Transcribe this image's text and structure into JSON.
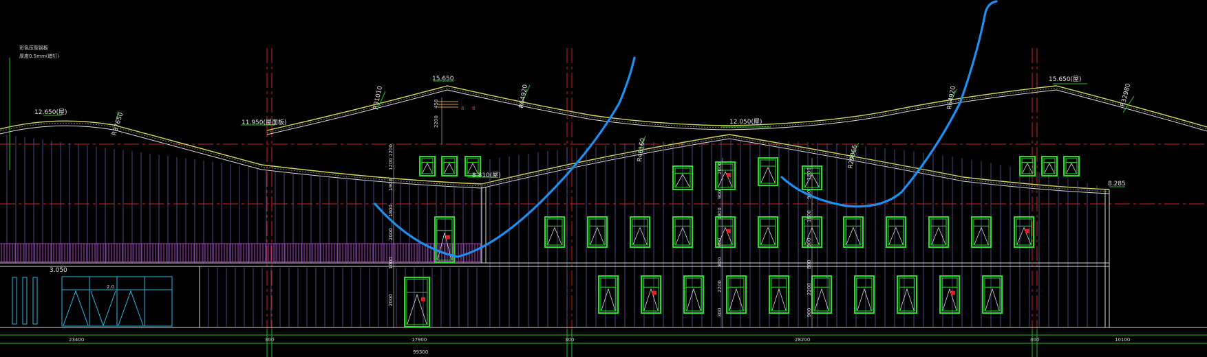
{
  "drawing": {
    "note_lines": [
      "彩色压型钢板",
      "厚度0.5mm(暗钉)"
    ],
    "elevations": [
      {
        "id": "e1",
        "text": "12.650(屋)"
      },
      {
        "id": "e2",
        "text": "11.950(屋面板)"
      },
      {
        "id": "e3",
        "text": "15.650"
      },
      {
        "id": "e4",
        "text": "12.050(屋)"
      },
      {
        "id": "e5",
        "text": "15.650(屋)"
      },
      {
        "id": "e6",
        "text": "8.810(屋)"
      },
      {
        "id": "e7",
        "text": "8.285"
      },
      {
        "id": "e8",
        "text": "3.050"
      },
      {
        "id": "e9",
        "text": "2.0"
      }
    ],
    "radii": [
      {
        "id": "r1",
        "text": "R87650"
      },
      {
        "id": "r2",
        "text": "R31010"
      },
      {
        "id": "r3",
        "text": "R64920"
      },
      {
        "id": "r4",
        "text": "R46160"
      },
      {
        "id": "r5",
        "text": "R29066"
      },
      {
        "id": "r6",
        "text": "R64920"
      },
      {
        "id": "r7",
        "text": "R32980"
      }
    ],
    "vertical_dims": [
      {
        "id": "v1",
        "text": "2200"
      },
      {
        "id": "v2",
        "text": "458"
      },
      {
        "id": "v3",
        "text": "1200"
      },
      {
        "id": "v4",
        "text": "1200"
      },
      {
        "id": "v5",
        "text": "1900"
      },
      {
        "id": "v6",
        "text": "1800"
      },
      {
        "id": "v7",
        "text": "2000"
      },
      {
        "id": "v8",
        "text": "1000"
      },
      {
        "id": "v9",
        "text": "2000"
      },
      {
        "id": "v10",
        "text": "2000"
      },
      {
        "id": "v11",
        "text": "900"
      },
      {
        "id": "v12",
        "text": "1800"
      },
      {
        "id": "v13",
        "text": "900"
      },
      {
        "id": "v14",
        "text": "800"
      },
      {
        "id": "v15",
        "text": "2200"
      },
      {
        "id": "v16",
        "text": "300"
      },
      {
        "id": "v17",
        "text": "1800"
      },
      {
        "id": "v18",
        "text": "900"
      },
      {
        "id": "v19",
        "text": "1800"
      },
      {
        "id": "v20",
        "text": "900"
      },
      {
        "id": "v21",
        "text": "800"
      },
      {
        "id": "v22",
        "text": "2200"
      },
      {
        "id": "v23",
        "text": "900"
      }
    ],
    "bottom_dims": {
      "segments": [
        "23400",
        "300",
        "17900",
        "300",
        "28200",
        "300",
        "10100"
      ],
      "total": "99300"
    },
    "small_marks": [
      "8",
      "8"
    ],
    "colors": {
      "background": "#000000",
      "axis_red": "#d42020",
      "window_green": "#22e022",
      "wall_blue": "#5a5aa8",
      "roof_yellow": "#d8d860",
      "railing_magenta": "#b040c0",
      "leader_green": "#20c020",
      "glass_cyan": "#30b8e0",
      "sketch_blue": "#1f8ff0"
    }
  }
}
